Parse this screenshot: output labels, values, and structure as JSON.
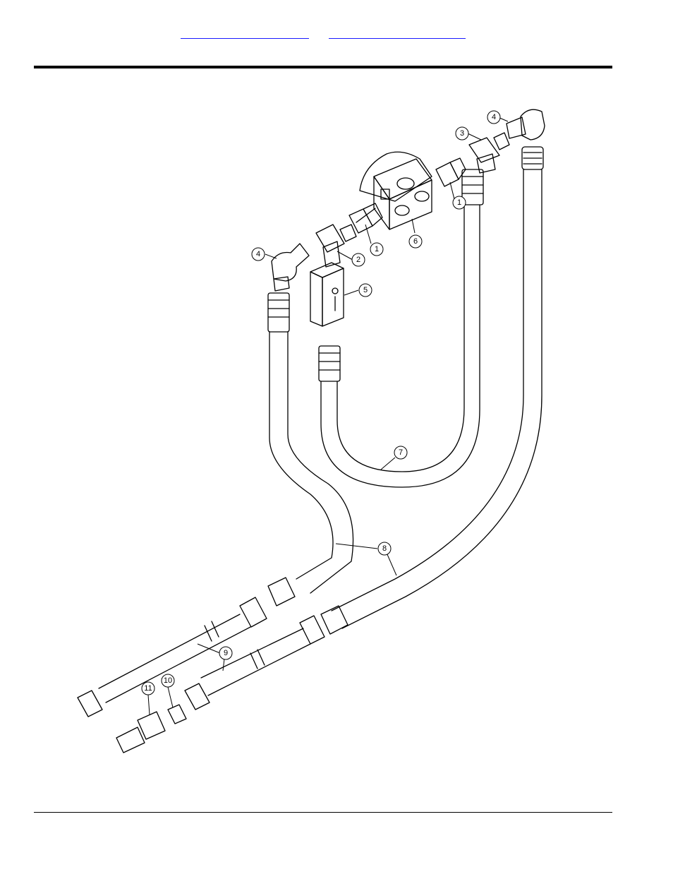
{
  "header": {
    "links": [
      {
        "label": ""
      },
      {
        "label": ""
      }
    ]
  },
  "diagram": {
    "callouts": [
      {
        "label": "1"
      },
      {
        "label": "1"
      },
      {
        "label": "2"
      },
      {
        "label": "3"
      },
      {
        "label": "4"
      },
      {
        "label": "4"
      },
      {
        "label": "5"
      },
      {
        "label": "6"
      },
      {
        "label": "7"
      },
      {
        "label": "8"
      },
      {
        "label": "9"
      },
      {
        "label": "10"
      },
      {
        "label": "11"
      }
    ]
  },
  "colors": {
    "line": "#000000",
    "link": "#1a1aff",
    "background": "#ffffff"
  }
}
